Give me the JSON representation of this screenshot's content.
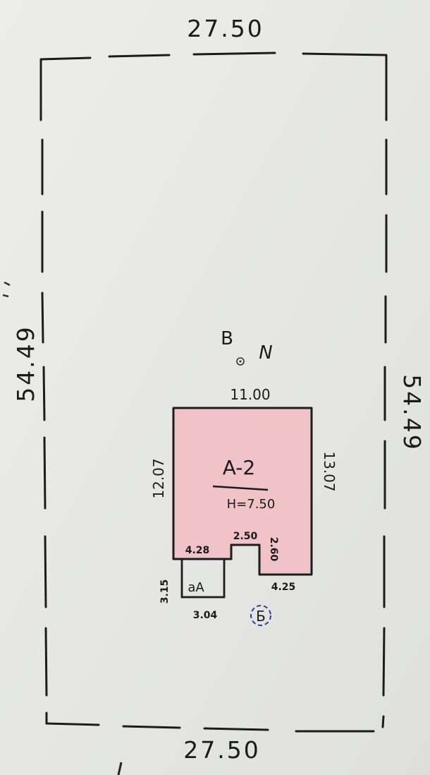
{
  "plot": {
    "top_width": "27.50",
    "bottom_width": "27.50",
    "left_length": "54.49",
    "right_length": "54.49"
  },
  "compass": {
    "west_label": "B",
    "north_label": "N"
  },
  "building": {
    "label": "A-2",
    "height_label": "H=7.50",
    "fill_color": "#f0c3c8",
    "dim_top": "11.00",
    "dim_left": "12.07",
    "dim_right": "13.07",
    "dim_notch_top": "2.50",
    "dim_notch_depth": "2.60",
    "dim_bottom_left": "4.28",
    "dim_bottom_right": "4.25"
  },
  "annex": {
    "label": "aA",
    "dim_side": "3.15",
    "dim_bottom": "3.04"
  },
  "entrance_marker": {
    "label": "Б",
    "color": "#2b3ea0"
  }
}
